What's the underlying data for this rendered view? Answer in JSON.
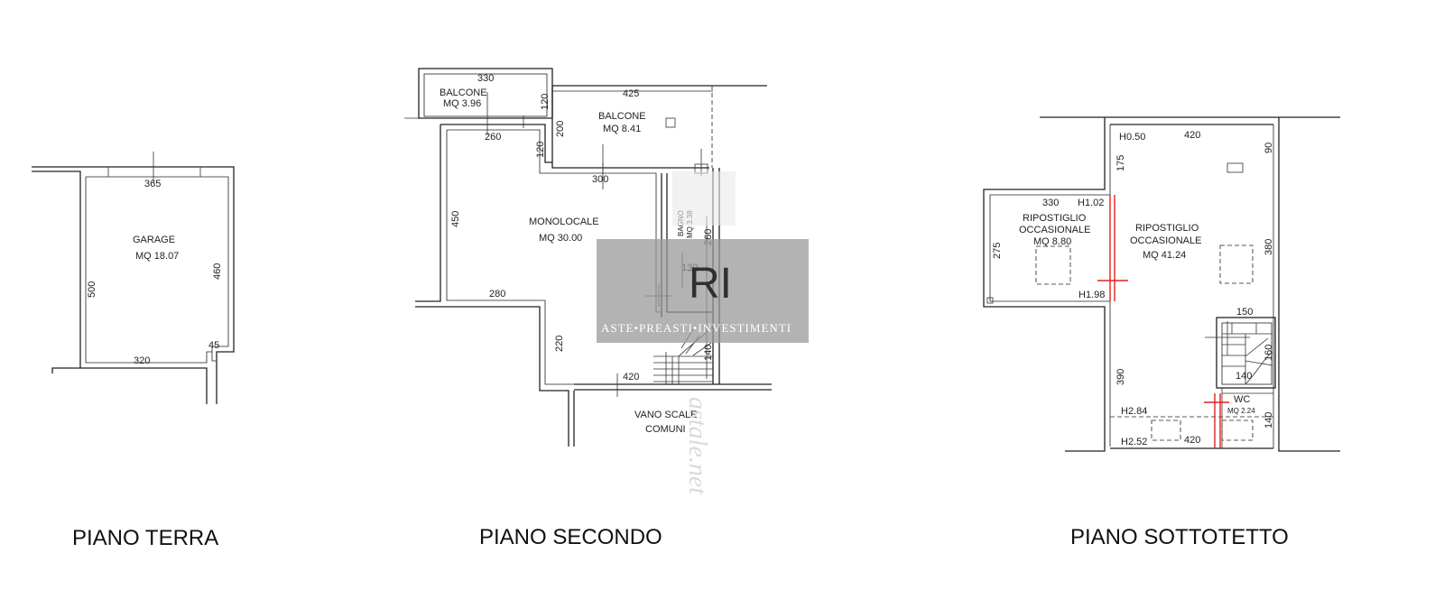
{
  "plans": {
    "terra": {
      "title": "PIANO TERRA",
      "garage": {
        "name": "GARAGE",
        "area": "MQ 18.07"
      },
      "dims": {
        "top": "365",
        "left": "500",
        "right": "460",
        "bottom": "320",
        "notch": "45"
      }
    },
    "secondo": {
      "title": "PIANO SECONDO",
      "balcone1": {
        "name": "BALCONE",
        "area": "MQ 3.96",
        "dim_top": "330",
        "dim_side": "120",
        "dim_bottom": "260"
      },
      "balcone2": {
        "name": "BALCONE",
        "area": "MQ 8.41",
        "dim_top": "425",
        "dim_side": "200",
        "dim_bottom": "300",
        "dim_step": "120"
      },
      "monolocale": {
        "name": "MONOLOCALE",
        "area": "MQ 30.00",
        "dim_left": "450",
        "dim_bottom": "280",
        "dim_lower": "220"
      },
      "bagno": {
        "name": "BAGNO",
        "area": "MQ 3.38",
        "dim_side": "260",
        "dim_inner": "130",
        "dim_lower": "140"
      },
      "vano": {
        "line1": "VANO SCALE",
        "line2": "COMUNI",
        "dim": "420"
      }
    },
    "sottotetto": {
      "title": "PIANO SOTTOTETTO",
      "rip_small": {
        "line1": "RIPOSTIGLIO",
        "line2": "OCCASIONALE",
        "area": "MQ 8.80",
        "dim_top": "330",
        "dim_left": "275"
      },
      "rip_large": {
        "line1": "RIPOSTIGLIO",
        "line2": "OCCASIONALE",
        "area": "MQ 41.24",
        "dim_top": "420",
        "dim_right": "380",
        "dim_left_top": "175",
        "dim_right_top": "90",
        "dim_left_bottom": "390",
        "dim_bottom": "420"
      },
      "wc": {
        "name": "WC",
        "area": "MQ 2.24"
      },
      "stair_dims": {
        "top": "150",
        "side": "160",
        "bottom": "140",
        "wc_side": "140"
      },
      "heights": {
        "h050": "H0.50",
        "h102": "H1.02",
        "h198": "H1.98",
        "h284": "H2.84",
        "h252": "H2.52"
      }
    }
  },
  "watermark": {
    "text": "ASTE•PREASTI•INVESTIMENTI",
    "logo": "RI",
    "url": "astale.net"
  }
}
